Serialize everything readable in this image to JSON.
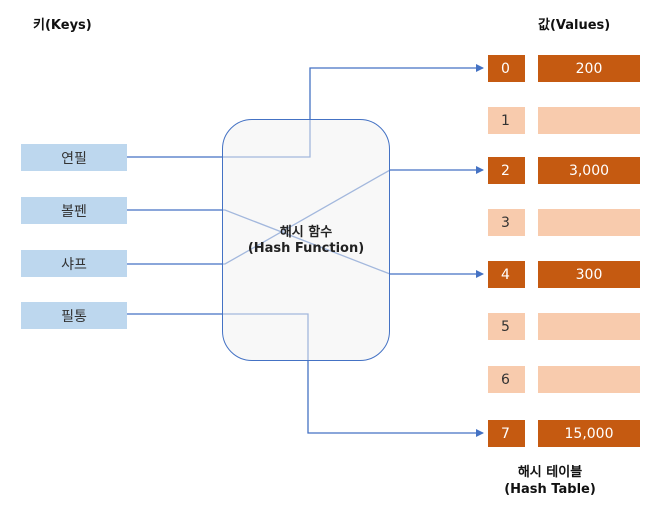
{
  "headings": {
    "keys": "키(Keys)",
    "values": "값(Values)"
  },
  "keys": [
    "연필",
    "볼펜",
    "샤프",
    "필통"
  ],
  "hash_function": {
    "label_ko": "해시 함수",
    "label_en": "(Hash Function)"
  },
  "table": {
    "rows": [
      {
        "index": "0",
        "value": "200"
      },
      {
        "index": "1",
        "value": ""
      },
      {
        "index": "2",
        "value": "3,000"
      },
      {
        "index": "3",
        "value": ""
      },
      {
        "index": "4",
        "value": "300"
      },
      {
        "index": "5",
        "value": ""
      },
      {
        "index": "6",
        "value": ""
      },
      {
        "index": "7",
        "value": "15,000"
      }
    ],
    "caption_ko": "해시 테이블",
    "caption_en": "(Hash Table)"
  },
  "colors": {
    "key_fill": "#bdd7ee",
    "hash_fill": "#f2f2f2",
    "line": "#4472c4",
    "filled_slot": "#c55a11",
    "empty_slot": "#f8cbad"
  }
}
